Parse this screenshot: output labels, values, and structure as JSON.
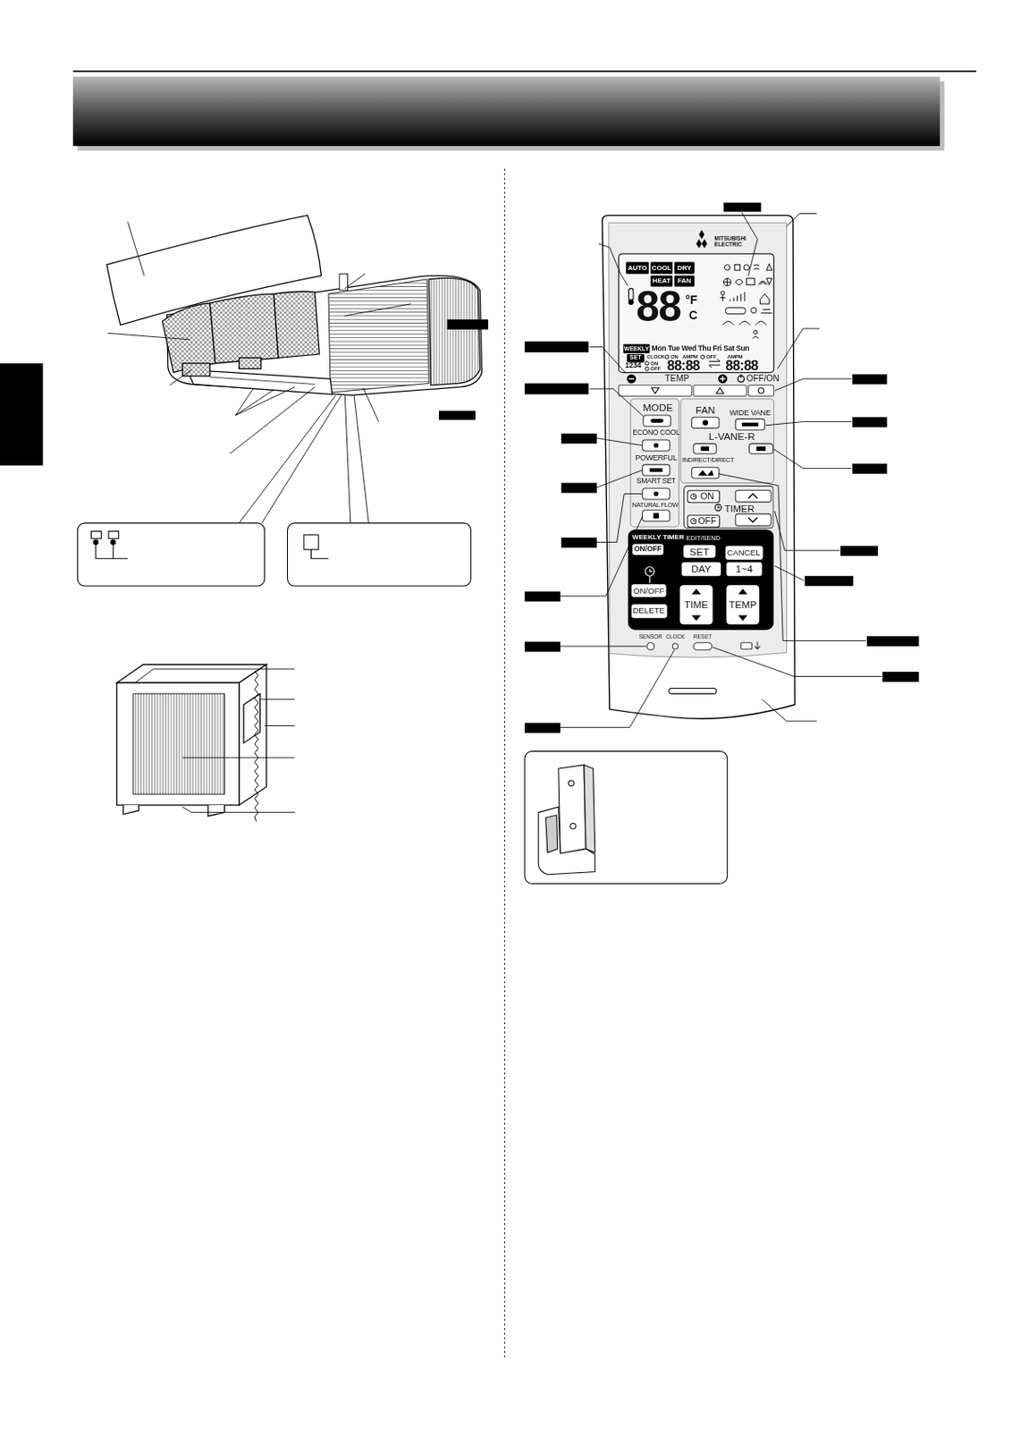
{
  "diagram": {
    "nodes": [
      {
        "text": [
          "AUTO"
        ]
      },
      {
        "text": [
          "COOL"
        ]
      },
      {
        "text": [
          "DRY"
        ]
      },
      {
        "text": [
          "HEAT"
        ]
      },
      {
        "text": [
          "FAN"
        ]
      },
      {
        "text": [
          "WEEKLY"
        ]
      },
      {
        "text": [
          "SET"
        ]
      },
      {
        "text": [
          "TIMER"
        ]
      },
      {
        "text": [
          "ON"
        ],
        "in": 7
      },
      {
        "text": [
          "OFF"
        ],
        "in": 7
      },
      {
        "text": [
          "WEEKLY TIMER",
          "EDIT/SEND"
        ]
      },
      {
        "text": [
          "ON/OFF"
        ],
        "in": 10
      },
      {
        "text": [
          "SET"
        ],
        "in": 10
      },
      {
        "text": [
          "CANCEL"
        ],
        "in": 10
      },
      {
        "text": [
          "DAY"
        ],
        "in": 10
      },
      {
        "text": [
          "1~4"
        ],
        "in": 10
      },
      {
        "text": [
          "ON/OFF"
        ],
        "in": 10
      },
      {
        "text": [
          "DELETE"
        ],
        "in": 10
      },
      {
        "text": [
          "TIME"
        ],
        "in": 10
      },
      {
        "text": [
          "TEMP"
        ],
        "in": 10
      }
    ],
    "labels": [
      "MITSUBISHI",
      "ELECTRIC",
      "88",
      "°F",
      "C",
      "Mon Tue Wed Thu Fri Sat Sun",
      "CLOCK",
      "ON",
      "AMPM",
      "OFF",
      "AMPM",
      "1234",
      "ON",
      "OFF",
      "88:88",
      "88:88",
      "TEMP",
      "OFF/ON",
      "MODE",
      "FAN",
      "WIDE VANE",
      "ECONO COOL",
      "L-VANE-R",
      "POWERFUL",
      "INDIRECT/DIRECT",
      "SMART SET",
      "NATURAL FLOW",
      "SENSOR",
      "CLOCK",
      "RESET"
    ]
  }
}
